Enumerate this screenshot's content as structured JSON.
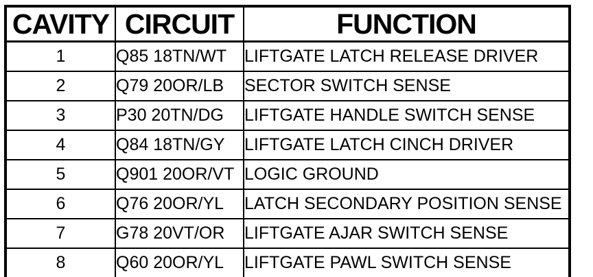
{
  "colors": {
    "border": "#000000",
    "text": "#000000",
    "background": "#ffffff"
  },
  "table": {
    "headers": [
      "CAVITY",
      "CIRCUIT",
      "FUNCTION"
    ],
    "rows": [
      {
        "cavity": "1",
        "circuit": "Q85 18TN/WT",
        "function": "LIFTGATE LATCH RELEASE DRIVER"
      },
      {
        "cavity": "2",
        "circuit": "Q79 20OR/LB",
        "function": "SECTOR SWITCH SENSE"
      },
      {
        "cavity": "3",
        "circuit": "P30 20TN/DG",
        "function": "LIFTGATE HANDLE SWITCH SENSE"
      },
      {
        "cavity": "4",
        "circuit": "Q84 18TN/GY",
        "function": "LIFTGATE LATCH CINCH DRIVER"
      },
      {
        "cavity": "5",
        "circuit": "Q901 20OR/VT",
        "function": "LOGIC GROUND"
      },
      {
        "cavity": "6",
        "circuit": "Q76 20OR/YL",
        "function": "LATCH SECONDARY POSITION SENSE"
      },
      {
        "cavity": "7",
        "circuit": "G78 20VT/OR",
        "function": "LIFTGATE AJAR SWITCH SENSE"
      },
      {
        "cavity": "8",
        "circuit": "Q60 20OR/YL",
        "function": "LIFTGATE PAWL SWITCH SENSE"
      }
    ]
  }
}
